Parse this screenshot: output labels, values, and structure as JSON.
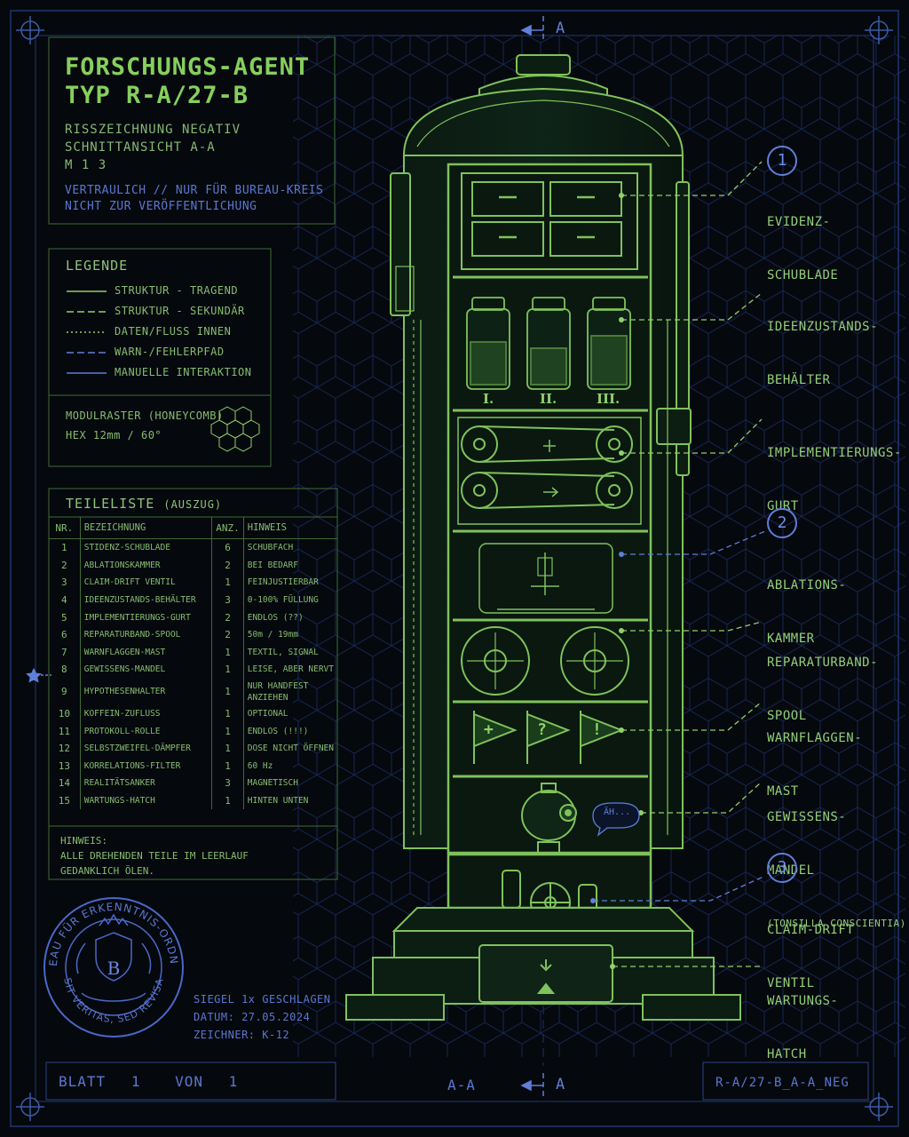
{
  "header": {
    "title_line1": "FORSCHUNGS-AGENT",
    "title_line2": "TYP R-A/27-B",
    "sub_line1": "RISSZEICHNUNG NEGATIV",
    "sub_line2": "SCHNITTANSICHT A-A",
    "sub_line3": "M 1 3",
    "conf_line1": "VERTRAULICH // NUR FÜR BUREAU-KREIS",
    "conf_line2": "NICHT ZUR VERÖFFENTLICHUNG"
  },
  "section_marks": {
    "top": "A",
    "bottom": "A",
    "bottom_label": "A-A"
  },
  "legend": {
    "title": "LEGENDE",
    "items": [
      {
        "label": "STRUKTUR - TRAGEND",
        "style": "solid",
        "color": "#8fd16a"
      },
      {
        "label": "STRUKTUR - SEKUNDÄR",
        "style": "dashed",
        "color": "#8fd16a"
      },
      {
        "label": "DATEN/FLUSS INNEN",
        "style": "dotted",
        "color": "#8fd16a"
      },
      {
        "label": "WARN-/FEHLERPFAD",
        "style": "dashed",
        "color": "#5f7fd8"
      },
      {
        "label": "MANUELLE INTERAKTION",
        "style": "solid",
        "color": "#5f7fd8"
      }
    ],
    "grid_line1": "MODULRASTER (HONEYCOMB)",
    "grid_line2": "HEX 12mm / 60°"
  },
  "parts": {
    "title": "TEILELISTE",
    "title_suffix": "(AUSZUG)",
    "columns": [
      "NR.",
      "BEZEICHNUNG",
      "ANZ.",
      "HINWEIS"
    ],
    "rows": [
      {
        "nr": "1",
        "name": "STIDENZ-SCHUBLADE",
        "qty": "6",
        "note": "SCHUBFACH"
      },
      {
        "nr": "2",
        "name": "ABLATIONSKAMMER",
        "qty": "2",
        "note": "BEI BEDARF"
      },
      {
        "nr": "3",
        "name": "CLAIM-DRIFT VENTIL",
        "qty": "1",
        "note": "FEINJUSTIERBAR"
      },
      {
        "nr": "4",
        "name": "IDEENZUSTANDS-BEHÄLTER",
        "qty": "3",
        "note": "0-100% FÜLLUNG"
      },
      {
        "nr": "5",
        "name": "IMPLEMENTIERUNGS-GURT",
        "qty": "2",
        "note": "ENDLOS (??)"
      },
      {
        "nr": "6",
        "name": "REPARATURBAND-SPOOL",
        "qty": "2",
        "note": "50m / 19mm"
      },
      {
        "nr": "7",
        "name": "WARNFLAGGEN-MAST",
        "qty": "1",
        "note": "TEXTIL, SIGNAL"
      },
      {
        "nr": "8",
        "name": "GEWISSENS-MANDEL",
        "qty": "1",
        "note": "LEISE, ABER NERVT"
      },
      {
        "nr": "9",
        "name": "HYPOTHESENHALTER",
        "qty": "1",
        "note": "NUR HANDFEST ANZIEHEN"
      },
      {
        "nr": "10",
        "name": "KOFFEIN-ZUFLUSS",
        "qty": "1",
        "note": "OPTIONAL"
      },
      {
        "nr": "11",
        "name": "PROTOKOLL-ROLLE",
        "qty": "1",
        "note": "ENDLOS (!!!)"
      },
      {
        "nr": "12",
        "name": "SELBSTZWEIFEL-DÄMPFER",
        "qty": "1",
        "note": "DOSE NICHT ÖFFNEN"
      },
      {
        "nr": "13",
        "name": "KORRELATIONS-FILTER",
        "qty": "1",
        "note": "60 Hz"
      },
      {
        "nr": "14",
        "name": "REALITÄTSANKER",
        "qty": "3",
        "note": "MAGNETISCH"
      },
      {
        "nr": "15",
        "name": "WARTUNGS-HATCH",
        "qty": "1",
        "note": "HINTEN UNTEN"
      }
    ],
    "note_title": "HINWEIS:",
    "note_line1": "ALLE DREHENDEN TEILE IM LEERLAUF",
    "note_line2": "GEDANKLICH ÖLEN."
  },
  "seal": {
    "ring_text_top": "BUREAU FÜR ERKENNTNIS-ORDNUNG",
    "ring_text_bottom": "SIT VERITAS, SED REVISA",
    "monogram": "B",
    "info_line1": "SIEGEL 1x GESCHLAGEN",
    "info_line2": "DATUM: 27.05.2024",
    "info_line3": "ZEICHNER: K-12"
  },
  "footer": {
    "sheet_label": "BLATT",
    "sheet_no": "1",
    "of_label": "VON",
    "sheet_total": "1",
    "drawing_id": "R-A/27-B_A-A_NEG"
  },
  "callouts": [
    {
      "num": "1",
      "line1": "EVIDENZ-",
      "line2": "SCHUBLADE"
    },
    {
      "num": "",
      "line1": "IDEENZUSTANDS-",
      "line2": "BEHÄLTER"
    },
    {
      "num": "",
      "line1": "IMPLEMENTIERUNGS-",
      "line2": "GURT"
    },
    {
      "num": "2",
      "line1": "ABLATIONS-",
      "line2": "KAMMER"
    },
    {
      "num": "",
      "line1": "REPARATURBAND-",
      "line2": "SPOOL"
    },
    {
      "num": "",
      "line1": "WARNFLAGGEN-",
      "line2": "MAST"
    },
    {
      "num": "",
      "line1": "GEWISSENS-",
      "line2": "MANDEL",
      "line3": "(TONSILLA CONSCIENTIA)"
    },
    {
      "num": "3",
      "line1": "CLAIM-DRIFT",
      "line2": "VENTIL"
    },
    {
      "num": "",
      "line1": "WARTUNGS-",
      "line2": "HATCH"
    }
  ],
  "machine": {
    "jar_labels": [
      "I.",
      "II.",
      "III."
    ],
    "flag_symbols": [
      "+",
      "?",
      "!"
    ],
    "speech_bubble": "ÄH..."
  }
}
